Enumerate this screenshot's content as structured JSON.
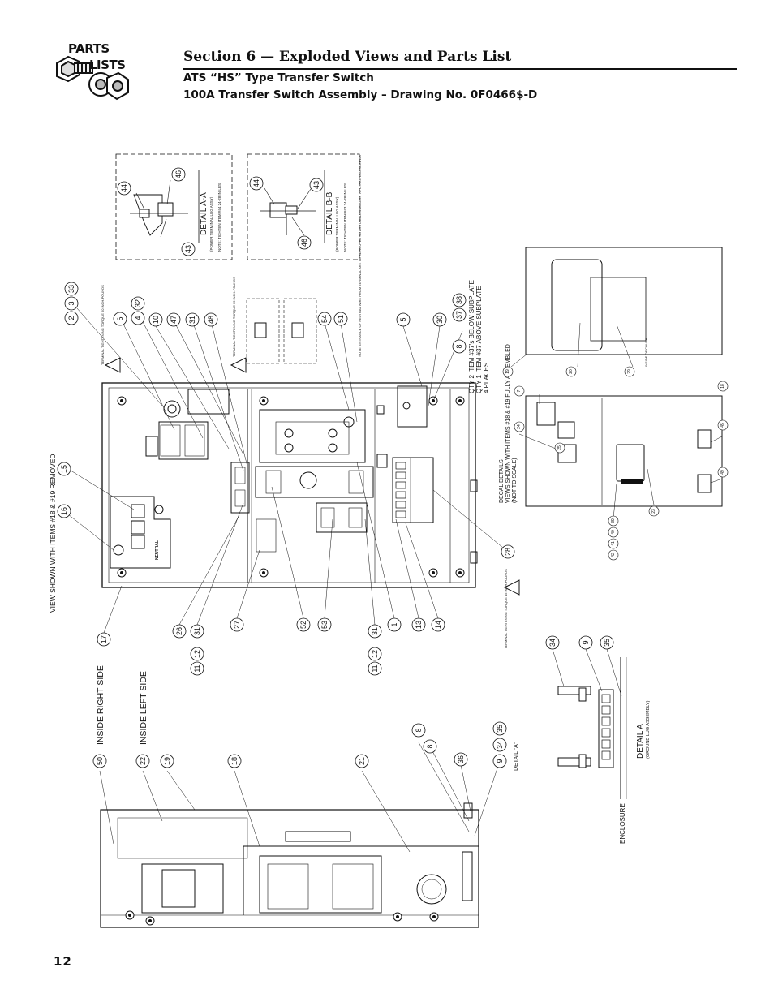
{
  "header": {
    "logo_line1": "PARTS",
    "logo_line2": "LISTS",
    "section_title": "Section 6 — Exploded Views and Parts List",
    "subtitle": "ATS “HS” Type Transfer Switch",
    "drawing_title": "100A Transfer Switch Assembly – Drawing No. 0F0466$-D"
  },
  "page_number": "12",
  "labels": {
    "detail_aa": "DETAIL A-A",
    "detail_aa_sub": "(POWER TERMINAL LUG ASSY)",
    "detail_aa_note": "NOTE: TIGHTEN ITEM #44 24-28 IN-LBS",
    "detail_bb": "DETAIL B-B",
    "detail_bb_sub": "(POWER TERMINAL LUG ASSY)",
    "detail_bb_note": "NOTE: TIGHTEN ITEM #43 24-28 IN-LBS",
    "view_shown": "VIEW SHOWN WITH ITEMS #18 & #19 REMOVED",
    "inside_right": "INSIDE RIGHT SIDE",
    "inside_left": "INSIDE LEFT SIDE",
    "qty_line1": "QTY 2 ITEM #37's BELOW SUBPLATE",
    "qty_line2": "QTY 1 ITEM #37 ABOVE SUBPLATE",
    "qty_line3": "4 PLACES",
    "decal_line1": "DECAL DETAILS",
    "decal_line2": "VIEWS SHOWN WITH ITEMS #18 & #19 FULLY ASSEMBLED",
    "decal_line3": "(NOT TO SCALE)",
    "detail_a_ref": "DETAIL \"A\"",
    "detail_a": "DETAIL A",
    "detail_a_sub": "(GROUND LUG ASSEMBLY)",
    "enclosure": "ENCLOSURE",
    "torque_a": "TERMINAL TIGHTENING TORQUE 50 INCH-POUNDS",
    "torque_b": "TERMINAL TIGHTENING TORQUE 35 INCH-POUNDS",
    "torque_c": "TERMINAL TIGHTENING TORQUE 45 INCH-POUNDS",
    "note_neutral": "NOTE: ENTRANCE OF NEUTRAL WIRE FROM TERMINAL ARE TO BE ROUTED SO AS TO ALLOW ACCESS TO OTHER LUG SCREWS",
    "neutral_tag": "NEUTRAL",
    "inside_cover": "INSIDE OF COVER"
  },
  "callouts": {
    "c2": "2",
    "c3": "3",
    "c33": "33",
    "c6": "6",
    "c4": "4",
    "c32": "32",
    "c10": "10",
    "c47": "47",
    "c31": "31",
    "c48": "48",
    "c54": "54",
    "c51": "51",
    "c5": "5",
    "c30": "30",
    "c8": "8",
    "c37": "37",
    "c38": "38",
    "c15": "15",
    "c16": "16",
    "c17": "17",
    "c26": "26",
    "c11": "11",
    "c12": "12",
    "c27": "27",
    "c52": "52",
    "c53": "53",
    "c1": "1",
    "c13": "13",
    "c14": "14",
    "c28": "28",
    "c44": "44",
    "c46": "46",
    "c43": "43",
    "c50": "50",
    "c22": "22",
    "c19": "19",
    "c18": "18",
    "c21": "21",
    "c36": "36",
    "c9": "9",
    "c34": "34",
    "c35": "35",
    "c7": "7",
    "c20": "20",
    "c24": "24",
    "c25": "25",
    "c29": "29",
    "c23": "23",
    "c39": "39",
    "c40": "40",
    "c41": "41",
    "c42": "42",
    "c45": "45",
    "c49": "49"
  }
}
